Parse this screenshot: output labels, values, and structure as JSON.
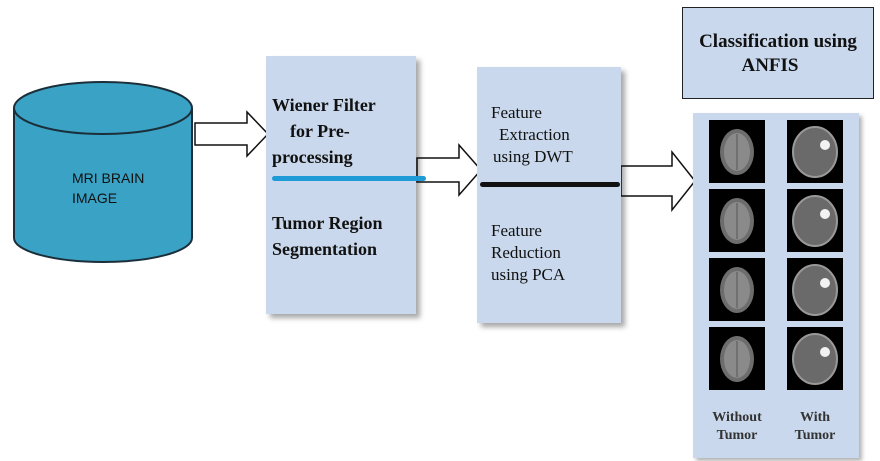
{
  "source": {
    "label": "MRI BRAIN IMAGE",
    "line1": "MRI BRAIN",
    "line2": "IMAGE",
    "color": "#3aa2c4"
  },
  "preprocess": {
    "wiener_line1": "Wiener Filter",
    "wiener_line2": "for Pre-",
    "wiener_line3": "processing",
    "seg_line1": "Tumor Region",
    "seg_line2": "Segmentation"
  },
  "features": {
    "extract_line1": "Feature",
    "extract_line2": "Extraction",
    "extract_line3": "using DWT",
    "reduce_line1": "Feature",
    "reduce_line2": "Reduction",
    "reduce_line3": "using PCA"
  },
  "classification": {
    "line1": "Classification using",
    "line2": "ANFIS"
  },
  "results": {
    "col1_line1": "Without",
    "col1_line2": "Tumor",
    "col2_line1": "With",
    "col2_line2": "Tumor"
  },
  "colors": {
    "box_fill": "#c9d8ec",
    "blue_divider": "#1e9ad6",
    "black_divider": "#111111"
  }
}
